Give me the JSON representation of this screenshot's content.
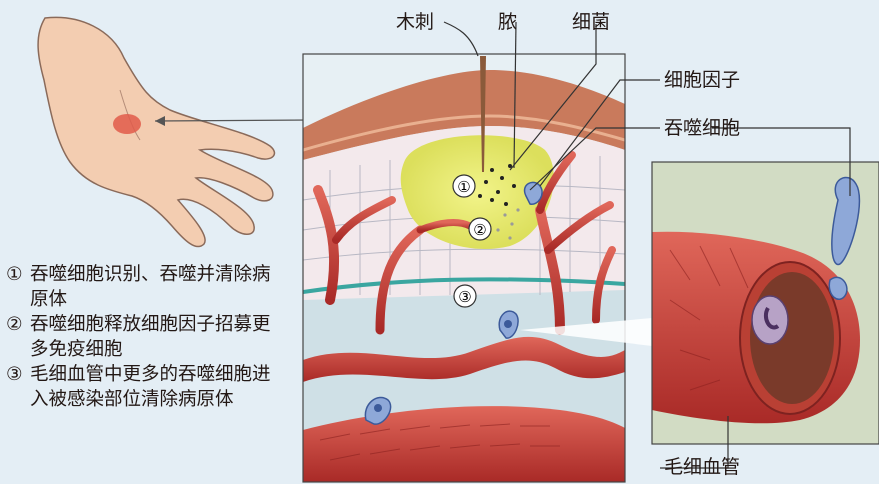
{
  "labels": {
    "splinter": "木刺",
    "pus": "脓",
    "bacteria": "细菌",
    "cytokine": "细胞因子",
    "phagocyte": "吞噬细胞",
    "capillary": "毛细血管"
  },
  "markers": [
    "①",
    "②",
    "③"
  ],
  "notes": [
    {
      "num": "①",
      "text": "吞噬细胞识别、吞噬并清除病原体"
    },
    {
      "num": "②",
      "text": "吞噬细胞释放细胞因子招募更多免疫细胞"
    },
    {
      "num": "③",
      "text": "毛细血管中更多的吞噬细胞进入被感染部位清除病原体"
    }
  ],
  "colors": {
    "background": "#e4eef5",
    "skin": "#f3cdb1",
    "blood_vessel": "#c9403a",
    "pus": "#eef07a",
    "phagocyte": "#8ea8d8",
    "tissue": "#cfe0e6"
  }
}
